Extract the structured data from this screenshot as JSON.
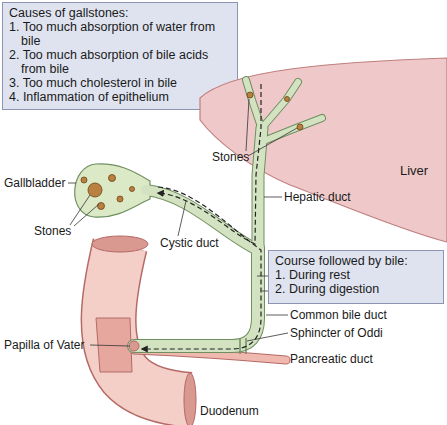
{
  "diagram": {
    "nodes": [
      {
        "text": [
          "Causes of gallstones:",
          "1. Too much absorption of water from bile",
          "2. Too much absorption of bile acids from bile",
          "3. Too much cholesterol in bile",
          "4. Inflammation of epithelium"
        ]
      },
      {
        "text": [
          "Liver"
        ]
      },
      {
        "text": [
          "Course followed by bile:",
          "1. During rest",
          "2. During digestion"
        ]
      }
    ],
    "labels": [
      "Stones",
      "Gallbladder",
      "Hepatic duct",
      "Stones",
      "Cystic duct",
      "Common bile duct",
      "Sphincter of Oddi",
      "Papilla of Vater",
      "Pancreatic duct",
      "Duodenum"
    ]
  }
}
